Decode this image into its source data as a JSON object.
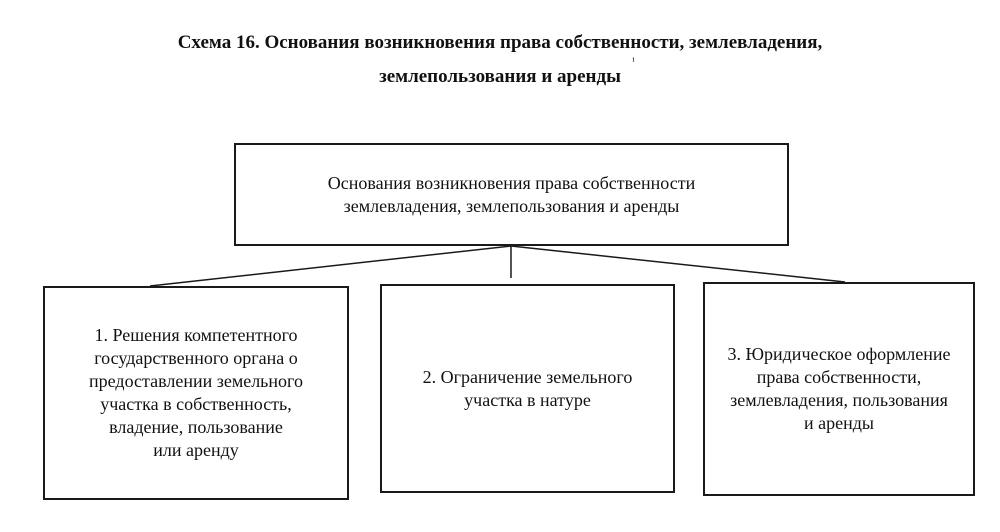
{
  "header": {
    "title_line1": "Схема 16. Основания возникновения права собственности, землевладения,",
    "title_line2": "землепользования и аренды",
    "footnote_mark": "¹"
  },
  "diagram": {
    "root": {
      "label": "Основания возникновения права собственности\nземлевладения, землепользования и аренды"
    },
    "children": [
      {
        "label": "1. Решения компетентного\nгосударственного органа о\nпредоставлении земельного\nучастка в собственность,\nвладение, пользование\nили аренду"
      },
      {
        "label": "2. Ограничение земельного\nучастка в натуре"
      },
      {
        "label": "3. Юридическое оформление\nправа собственности,\nземлевладения, пользования\nи аренды"
      }
    ]
  }
}
